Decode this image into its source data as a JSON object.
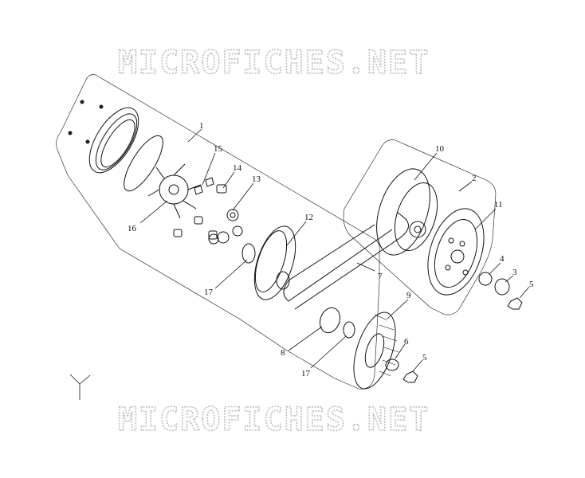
{
  "watermark_top": "MICROFICHES.NET",
  "watermark_bottom": "MICROFICHES.NET",
  "callouts": [
    {
      "id": "c1",
      "label": "1"
    },
    {
      "id": "c15",
      "label": "15"
    },
    {
      "id": "c14",
      "label": "14"
    },
    {
      "id": "c13",
      "label": "13"
    },
    {
      "id": "c16",
      "label": "16"
    },
    {
      "id": "c12",
      "label": "12"
    },
    {
      "id": "c17a",
      "label": "17"
    },
    {
      "id": "c10",
      "label": "10"
    },
    {
      "id": "c2",
      "label": "2"
    },
    {
      "id": "c11",
      "label": "11"
    },
    {
      "id": "c4",
      "label": "4"
    },
    {
      "id": "c3",
      "label": "3"
    },
    {
      "id": "c5a",
      "label": "5"
    },
    {
      "id": "c7",
      "label": "7"
    },
    {
      "id": "c9",
      "label": "9"
    },
    {
      "id": "c8",
      "label": "8"
    },
    {
      "id": "c6",
      "label": "6"
    },
    {
      "id": "c5b",
      "label": "5"
    },
    {
      "id": "c17b",
      "label": "17"
    }
  ]
}
